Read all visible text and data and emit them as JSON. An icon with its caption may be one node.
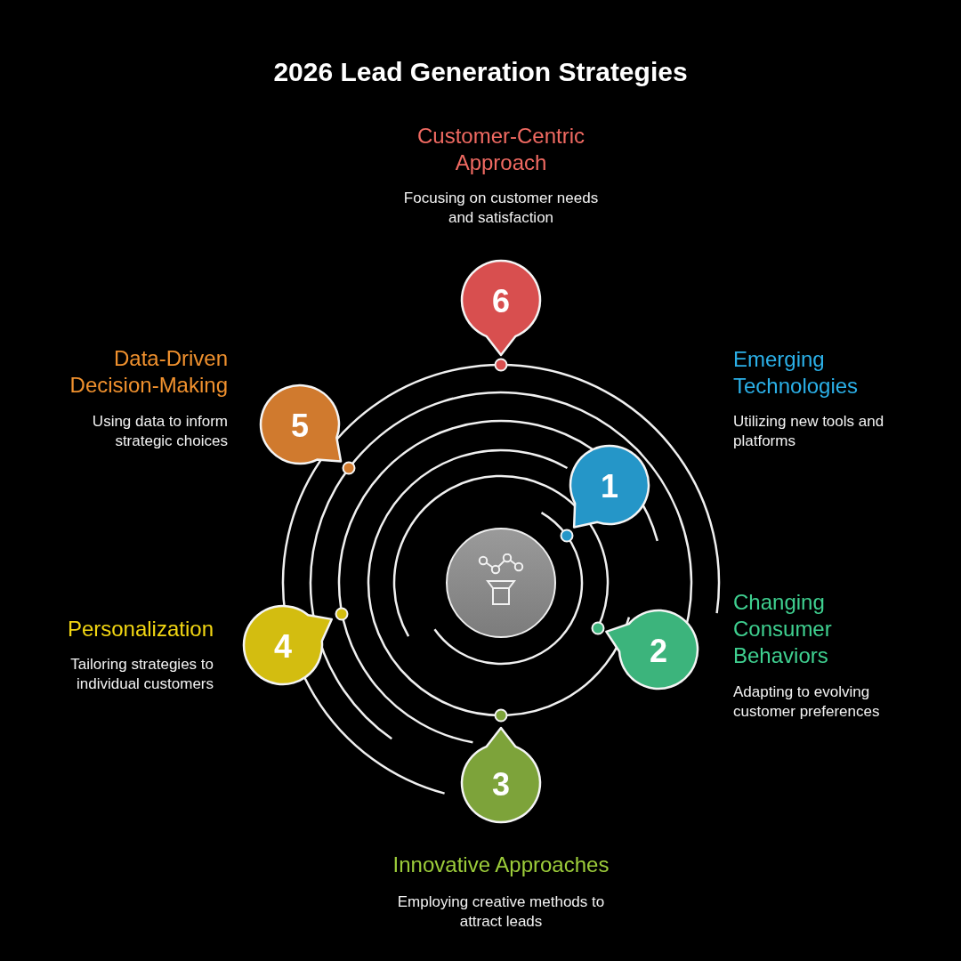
{
  "diagram": {
    "title": "2026 Lead Generation Strategies",
    "nodes": [
      {
        "text": [
          "6"
        ],
        "beside": [
          "Customer-Centric Approach",
          "Focusing on customer needs and satisfaction"
        ]
      },
      {
        "text": [
          "5"
        ],
        "beside": [
          "Data-Driven Decision-Making",
          "Using data to inform strategic choices"
        ]
      },
      {
        "text": [
          "1"
        ],
        "beside": [
          "Emerging Technologies",
          "Utilizing new tools and platforms"
        ]
      },
      {
        "text": [],
        "shape": "circle"
      },
      {
        "text": [
          "4"
        ],
        "beside": [
          "Personalization",
          "Tailoring strategies to individual customers"
        ]
      },
      {
        "text": [
          "2"
        ],
        "beside": [
          "Changing Consumer Behaviors",
          "Adapting to evolving customer preferences"
        ]
      },
      {
        "text": [
          "3"
        ],
        "beside": [
          "Innovative Approaches",
          "Employing creative methods to attract leads"
        ]
      }
    ]
  }
}
